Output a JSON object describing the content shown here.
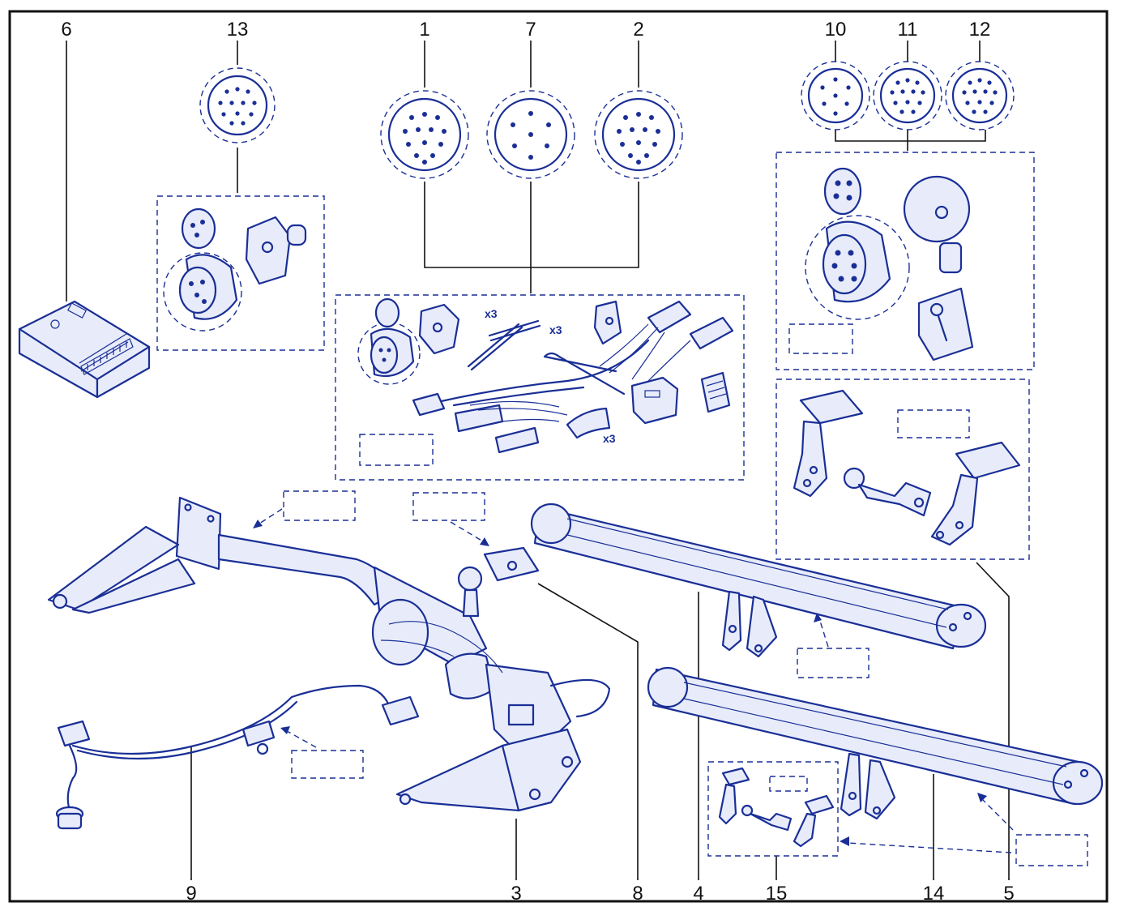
{
  "diagram": {
    "colors": {
      "line": "#1a2f96",
      "fill": "#e8ecfa",
      "callout": "#111111"
    },
    "callouts": {
      "n1": "1",
      "n2": "2",
      "n3": "3",
      "n4": "4",
      "n5": "5",
      "n6": "6",
      "n7": "7",
      "n8": "8",
      "n9": "9",
      "n10": "10",
      "n11": "11",
      "n12": "12",
      "n13": "13",
      "n14": "14",
      "n15": "15"
    },
    "quantity_labels": {
      "ties_a": "x3",
      "ties_b": "x3",
      "pads": "x3"
    }
  }
}
